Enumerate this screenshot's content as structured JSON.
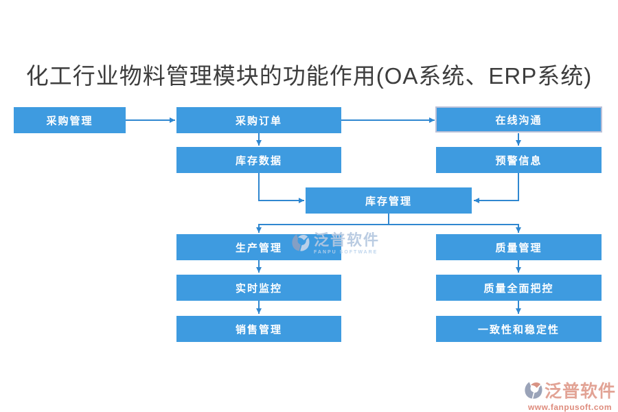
{
  "title": "化工行业物料管理模块的功能作用(OA系统、ERP系统)",
  "colors": {
    "node_fill": "#3e9be0",
    "node_text": "#ffffff",
    "arrow": "#2f87d0",
    "title_text": "#3d3d3d",
    "online_border": "#b9c0d8",
    "wm_brand": "#b5c8e0",
    "wm_sub": "#b9d2ec",
    "wm_icon_dark": "#8aa0c2",
    "wm_icon_light": "#c5d5ea",
    "fp_brand": "#e2a395",
    "fp_url": "#de8b7c",
    "fp_icon_gray": "#9aa3b8",
    "fp_icon_salmon": "#d89384"
  },
  "nodes": {
    "purchase_mgmt": {
      "label": "采购管理"
    },
    "purchase_order": {
      "label": "采购订单"
    },
    "online_comm": {
      "label": "在线沟通"
    },
    "inventory_data": {
      "label": "库存数据"
    },
    "warning_info": {
      "label": "预警信息"
    },
    "inventory_mgmt": {
      "label": "库存管理"
    },
    "production_mgmt": {
      "label": "生产管理"
    },
    "quality_mgmt": {
      "label": "质量管理"
    },
    "realtime_monitor": {
      "label": "实时监控"
    },
    "quality_control": {
      "label": "质量全面把控"
    },
    "sales_mgmt": {
      "label": "销售管理"
    },
    "consistency": {
      "label": "一致性和稳定性"
    }
  },
  "watermark": {
    "brand": "泛普软件",
    "subtitle": "FANPU SOFTWARE"
  },
  "footer": {
    "brand": "泛普软件",
    "url": "www.fanpusoft.com"
  }
}
